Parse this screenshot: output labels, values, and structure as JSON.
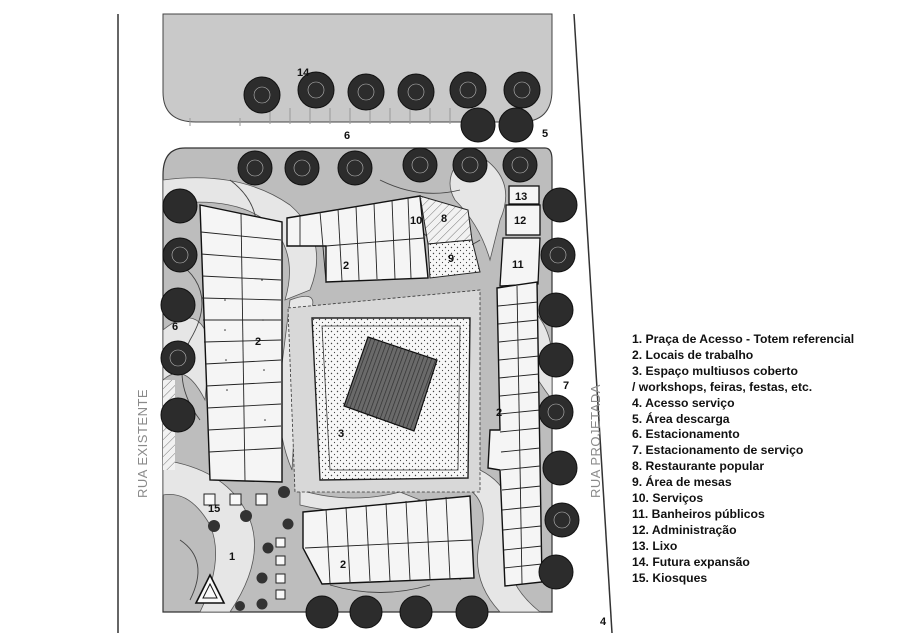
{
  "streets": {
    "left": "RUA EXISTENTE",
    "right": "RUA PROJETADA"
  },
  "plan_numbers": {
    "n1": "1",
    "n2a": "2",
    "n2b": "2",
    "n2c": "2",
    "n2d": "2",
    "n3": "3",
    "n4": "4",
    "n5": "5",
    "n6a": "6",
    "n6b": "6",
    "n7": "7",
    "n8": "8",
    "n9": "9",
    "n10": "10",
    "n11": "11",
    "n12": "12",
    "n13": "13",
    "n14": "14",
    "n15": "15"
  },
  "legend": [
    "1. Praça de Acesso - Totem referencial",
    "2. Locais de trabalho",
    "3. Espaço multiusos coberto",
    "/ workshops, feiras, festas, etc.",
    "4. Acesso serviço",
    "5. Área descarga",
    "6. Estacionamento",
    "7. Estacionamento de serviço",
    "8. Restaurante popular",
    "9. Área de mesas",
    "10. Serviços",
    "11. Banheiros públicos",
    "12. Administração",
    "13. Lixo",
    "14. Futura expansão",
    "15. Kiosques"
  ],
  "colors": {
    "ground": "#bdbdbd",
    "paths": "#e9e9e9",
    "tree": "#2a2a2a",
    "stipple": "#f4f4f4",
    "roof": "#555555"
  }
}
